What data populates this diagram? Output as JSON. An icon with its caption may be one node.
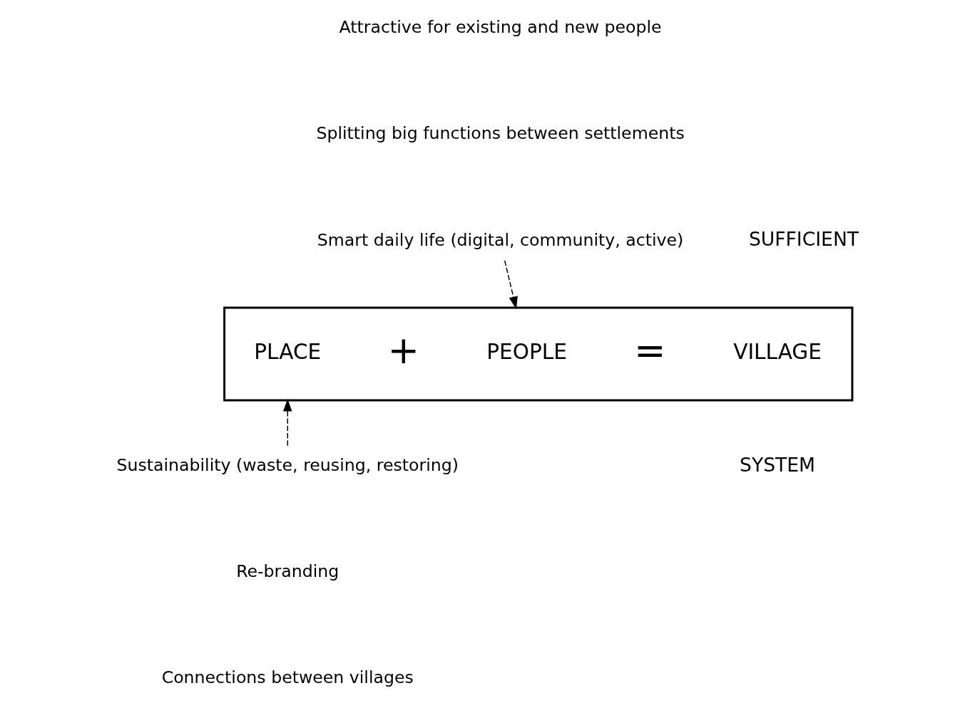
{
  "diagram": {
    "nodes": [
      {
        "text": [
          "Attractive for existing and new people"
        ]
      },
      {
        "text": [
          "Splitting big functions between settlements"
        ]
      },
      {
        "text": [
          "Smart daily life (digital, community, active)"
        ]
      },
      {
        "text": [],
        "shape": "box"
      },
      {
        "text": [
          "PLACE"
        ],
        "in": 3
      },
      {
        "text": [
          "PEOPLE"
        ],
        "in": 3
      },
      {
        "text": [
          "VILLAGE"
        ],
        "in": 3
      },
      {
        "text": [
          "Sustainability (waste, reusing, restoring)"
        ]
      },
      {
        "text": [
          "Re-branding"
        ]
      },
      {
        "text": [
          "Connections between villages"
        ]
      }
    ],
    "edges": [
      {
        "from": 2,
        "to": 3,
        "arrow": "to",
        "style": "dashed"
      },
      {
        "from": 7,
        "to": 3,
        "arrow": "to",
        "style": "dashed"
      }
    ],
    "labels": [
      "SUFFICIENT",
      "+",
      "=",
      "SYSTEM"
    ]
  }
}
